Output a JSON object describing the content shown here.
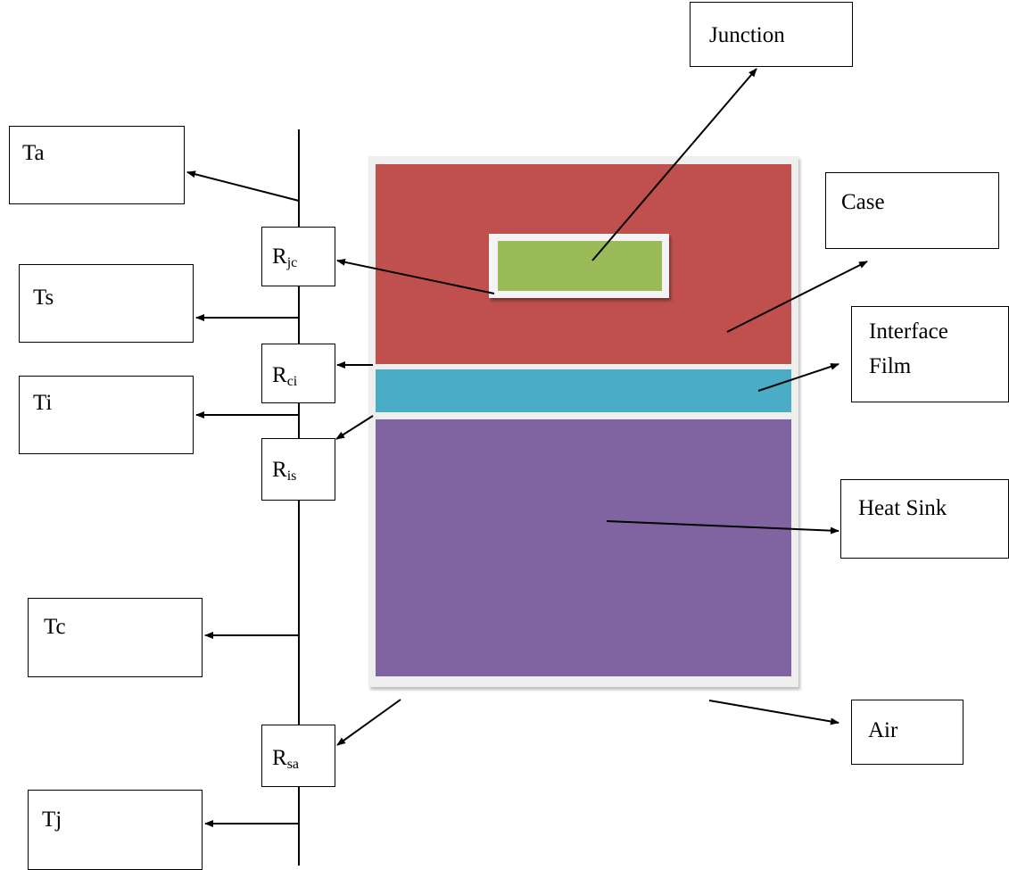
{
  "temperatures": {
    "ta": "Ta",
    "ts": "Ts",
    "ti": "Ti",
    "tc": "Tc",
    "tj": "Tj"
  },
  "resistors": {
    "rjc": {
      "main": "R",
      "sub": "jc"
    },
    "rci": {
      "main": "R",
      "sub": "ci"
    },
    "ris": {
      "main": "R",
      "sub": "is"
    },
    "rsa": {
      "main": "R",
      "sub": "sa"
    }
  },
  "components": {
    "junction": "Junction",
    "case": "Case",
    "interface_line1": "Interface",
    "interface_line2": "Film",
    "heat_sink": "Heat Sink",
    "air": "Air"
  },
  "colors": {
    "case": "#c0504d",
    "junction": "#9bbb59",
    "interface": "#4bacc6",
    "heat_sink": "#8064a2"
  }
}
